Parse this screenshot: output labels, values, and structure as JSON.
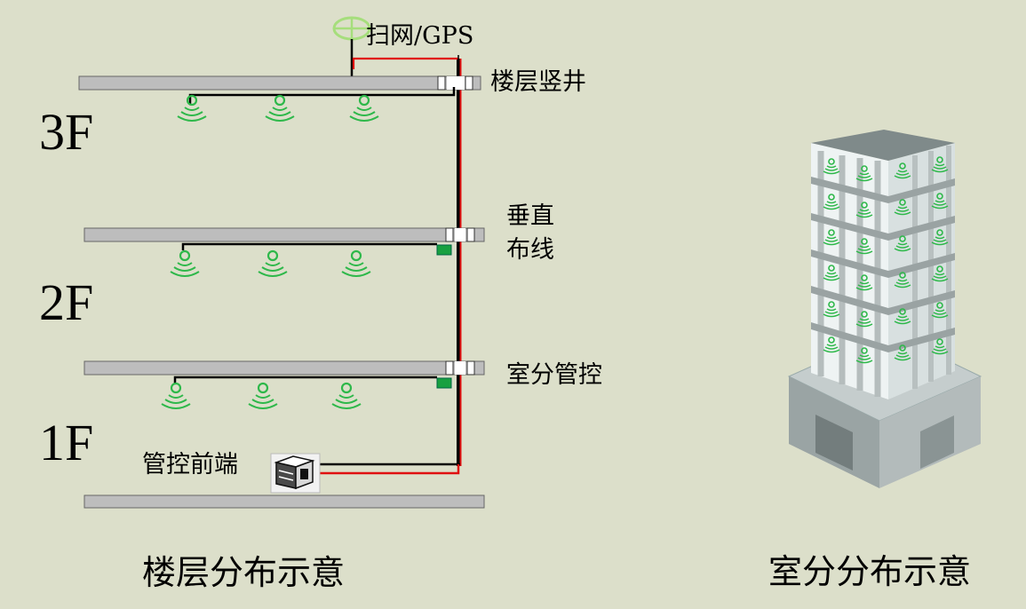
{
  "floors": [
    {
      "label": "3F"
    },
    {
      "label": "2F"
    },
    {
      "label": "1F"
    }
  ],
  "labels": {
    "scan_gps": "扫网/GPS",
    "floor_shaft": "楼层竖井",
    "vertical_wiring_line1": "垂直",
    "vertical_wiring_line2": "布线",
    "room_control": "室分管控",
    "control_frontend": "管控前端"
  },
  "captions": {
    "left": "楼层分布示意",
    "right": "室分分布示意"
  },
  "colors": {
    "background": "#dcdfca",
    "floor_slab": "#bdbdbd",
    "cable_red": "#e01010",
    "cable_black": "#000000",
    "antenna_green": "#2eb84a",
    "building_light": "#e6ecec",
    "building_mid": "#a9b2b2",
    "building_dark": "#7d8787"
  },
  "icons": {
    "antenna": "gps-antenna-icon",
    "signal": "wifi-signal-icon",
    "controller": "server-device-icon",
    "building": "building-icon"
  }
}
